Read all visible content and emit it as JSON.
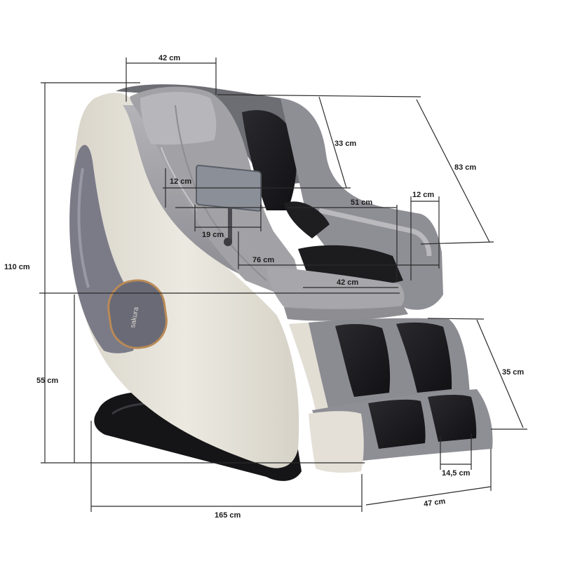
{
  "diagram": {
    "brand_mark": "sakura",
    "dimensions": {
      "headrest_width": "42 cm",
      "backrest_depth": "33 cm",
      "backrest_length": "83 cm",
      "inner_shoulder_width": "12 cm",
      "tablet_width": "19 cm",
      "seat_width": "51 cm",
      "armrest_width": "12 cm",
      "inner_width": "76 cm",
      "seat_depth": "42 cm",
      "total_height": "110 cm",
      "seat_height": "55 cm",
      "leg_rest_length": "35 cm",
      "foot_width": "14,5 cm",
      "total_length": "165 cm",
      "base_width": "47 cm"
    }
  },
  "colors": {
    "shell_cream": "#e7e3d9",
    "panel_grey": "#8a8a96",
    "upholstery_grey": "#a4a4a8",
    "dark_pad": "#1f1f22",
    "base_black": "#141416",
    "accent_copper": "#b98a57"
  }
}
